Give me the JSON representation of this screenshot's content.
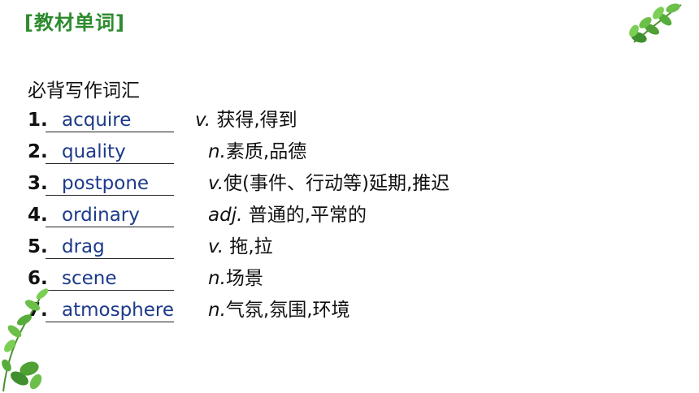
{
  "header": {
    "title": "[教材单词]",
    "section": "必背写作词汇"
  },
  "vocab": [
    {
      "num": "1.",
      "word": "acquire",
      "pos": "v.",
      "meaning": " 获得,得到"
    },
    {
      "num": "2.",
      "word": "quality",
      "pos": "n.",
      "meaning": "素质,品德"
    },
    {
      "num": "3.",
      "word": "postpone",
      "pos": "v.",
      "meaning": "使(事件、行动等)延期,推迟"
    },
    {
      "num": "4.",
      "word": "ordinary",
      "pos": "adj.",
      "meaning": " 普通的,平常的"
    },
    {
      "num": "5.",
      "word": "drag",
      "pos": "v.",
      "meaning": " 拖,拉"
    },
    {
      "num": "6.",
      "word": "scene",
      "pos": "n.",
      "meaning": "场景"
    },
    {
      "num": "7.",
      "word": "atmosphere",
      "pos": "n.",
      "meaning": "气氛,氛围,环境"
    }
  ],
  "decorations": {
    "top_right": "leaf-branch-icon",
    "bottom_left": "leaf-branch-icon",
    "leaf_color": "#6cc04a",
    "leaf_dark": "#3f8f2e"
  }
}
